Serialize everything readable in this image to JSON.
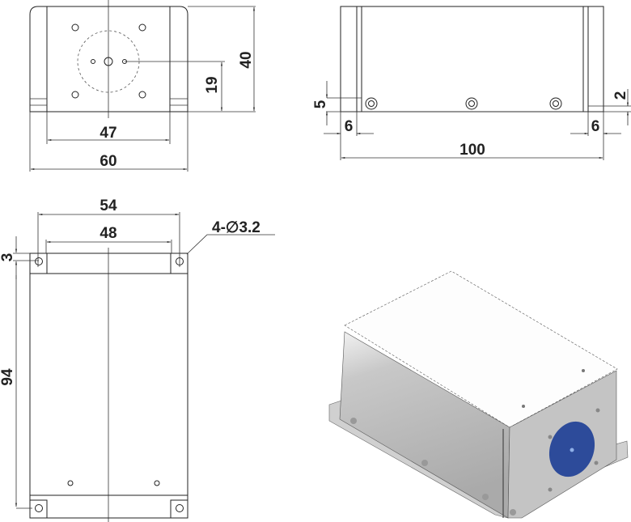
{
  "front_view": {
    "width": "60",
    "inner_width": "47",
    "height": "40",
    "center_height": "19"
  },
  "side_view": {
    "length": "100",
    "left_flange": "6",
    "right_flange": "6",
    "flange_height": "5",
    "right_step": "2"
  },
  "top_view": {
    "outer_hole_spacing": "54",
    "inner_spacing": "48",
    "hole_note": "4-∅3.2",
    "edge_offset": "3",
    "hole_pitch": "94"
  },
  "iso_view": {
    "body_color": "#b9b9b9",
    "lens_color": "#2d4b9a"
  }
}
